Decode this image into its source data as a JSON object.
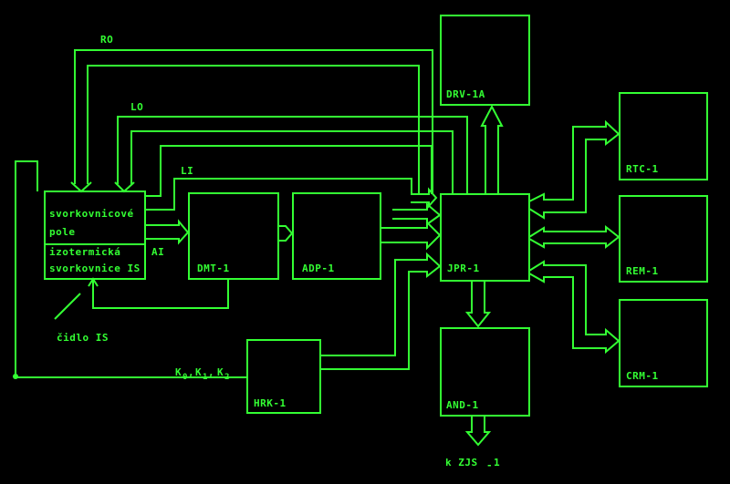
{
  "blocks": {
    "svorkovnice": {
      "line1": "svorkovnicové",
      "line2": "pole",
      "line3": "izotermická",
      "line4": "svorkovnice  IS"
    },
    "dmt": {
      "label": "DMT-1"
    },
    "adp": {
      "label": "ADP-1"
    },
    "jpr": {
      "label": "JPR-1"
    },
    "drv": {
      "label": "DRV-1A"
    },
    "rtc": {
      "label": "RTC-1"
    },
    "rem": {
      "label": "REM-1"
    },
    "crm": {
      "label": "CRM-1"
    },
    "hrk": {
      "label": "HRK-1"
    },
    "and": {
      "label": "AND-1"
    }
  },
  "signals": {
    "ro": "RO",
    "lo": "LO",
    "li": "LI",
    "ai": "AI",
    "cidlo": "čidlo  IS",
    "k_label": "K",
    "k0": "0",
    "k1": "1",
    "k2": "2",
    "k_sep": ",",
    "zjs_prefix": "k  ZJS",
    "zjs_suffix": "1",
    "zjs_dash": "-"
  },
  "colors": {
    "trace": "#33ff33",
    "background": "#000000"
  }
}
